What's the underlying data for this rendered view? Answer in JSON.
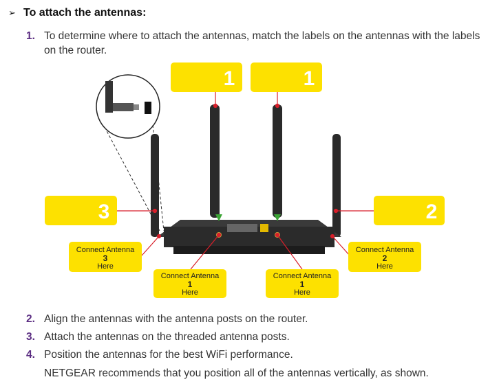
{
  "heading": {
    "marker": "➢",
    "text": "To attach the antennas:"
  },
  "steps": [
    {
      "num": "1.",
      "text": "To determine where to attach the antennas, match the labels on the antennas with the labels on the router."
    },
    {
      "num": "2.",
      "text": "Align the antennas with the antenna posts on the router."
    },
    {
      "num": "3.",
      "text": "Attach the antennas on the threaded antenna posts."
    },
    {
      "num": "4.",
      "text": "Position the antennas for the best WiFi performance."
    }
  ],
  "note": "NETGEAR recommends that you position all of the antennas vertically, as shown.",
  "figure": {
    "antenna_tags": [
      "1",
      "1",
      "3",
      "2"
    ],
    "connect_labels": [
      {
        "line1": "Connect Antenna",
        "num": "3",
        "line3": "Here"
      },
      {
        "line1": "Connect Antenna",
        "num": "1",
        "line3": "Here"
      },
      {
        "line1": "Connect Antenna",
        "num": "1",
        "line3": "Here"
      },
      {
        "line1": "Connect Antenna",
        "num": "2",
        "line3": "Here"
      }
    ],
    "colors": {
      "label_yellow": "#fde100",
      "leader_red": "#d81f2a",
      "router": "#2b2b2b",
      "arrow_green": "#3ba535"
    }
  }
}
